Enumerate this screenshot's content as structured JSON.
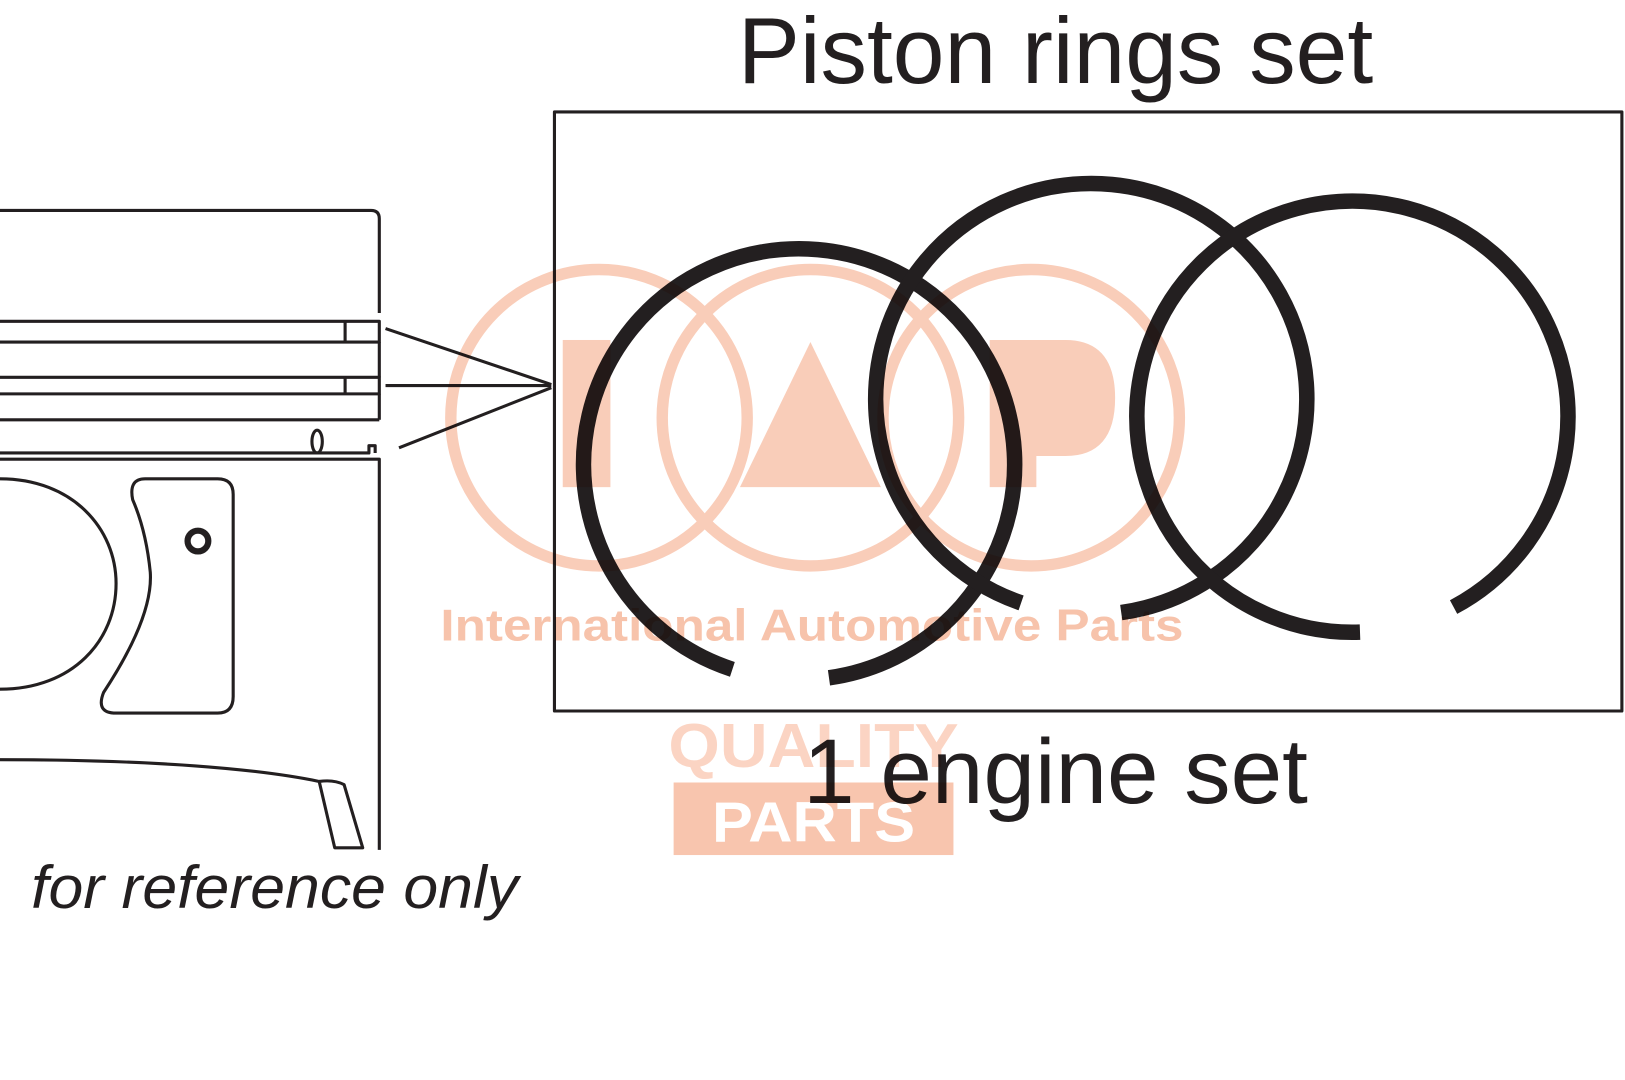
{
  "title": "Piston rings set",
  "caption": "1 engine set",
  "note": "for reference only",
  "watermark": {
    "brand": "International Automotive Parts",
    "quality": "QUALITY",
    "parts": "PARTS"
  },
  "colors": {
    "line": "#231f20",
    "watermark": "#f9cdb9",
    "background": "#ffffff"
  }
}
